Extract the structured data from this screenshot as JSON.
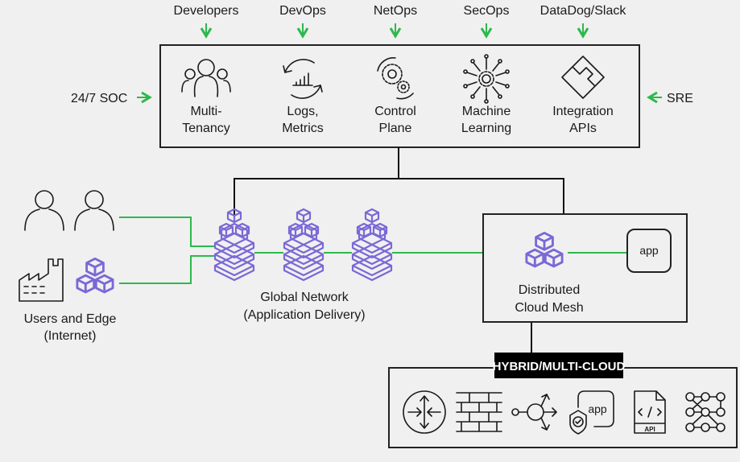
{
  "colors": {
    "accent_green": "#2db84d",
    "cube_purple": "#7b68d6",
    "background": "#f0f0f0"
  },
  "top_personas": [
    "Developers",
    "DevOps",
    "NetOps",
    "SecOps",
    "DataDog/Slack"
  ],
  "side_left": "24/7 SOC",
  "side_right": "SRE",
  "platform_features": [
    {
      "icon": "users-icon",
      "line1": "Multi-",
      "line2": "Tenancy"
    },
    {
      "icon": "logs-metrics-icon",
      "line1": "Logs,",
      "line2": "Metrics"
    },
    {
      "icon": "gears-icon",
      "line1": "Control",
      "line2": "Plane"
    },
    {
      "icon": "machine-learning-icon",
      "line1": "Machine",
      "line2": "Learning"
    },
    {
      "icon": "integration-icon",
      "line1": "Integration",
      "line2": "APIs"
    }
  ],
  "users_edge": {
    "line1": "Users and Edge",
    "line2": "(Internet)"
  },
  "global_network": {
    "line1": "Global Network",
    "line2": "(Application Delivery)"
  },
  "cloud_mesh": {
    "line1": "Distributed",
    "line2": "Cloud Mesh",
    "app_label": "app"
  },
  "hybrid": {
    "title": "HYBRID/MULTI-CLOUD",
    "app_label": "app",
    "api_label": "API",
    "icons": [
      "router-icon",
      "firewall-icon",
      "load-balancer-icon",
      "app-security-icon",
      "api-document-icon",
      "network-mesh-icon"
    ]
  }
}
